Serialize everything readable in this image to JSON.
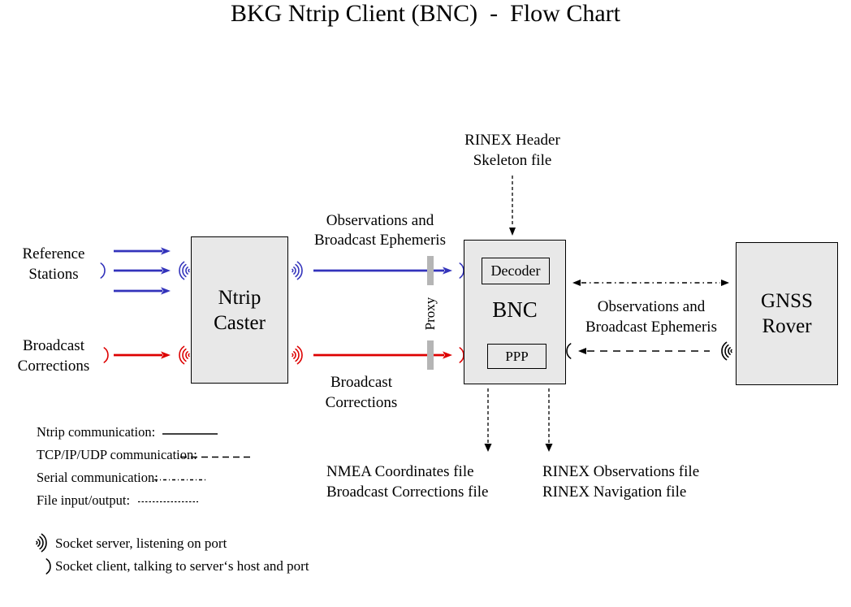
{
  "title": "BKG Ntrip Client (BNC)  -  Flow Chart",
  "colors": {
    "flow_blue": "#3333bb",
    "flow_red": "#dd0000",
    "box_fill": "#e8e8e8",
    "box_border": "#000000",
    "proxy_gray": "#b5b5b5"
  },
  "nodes": {
    "ntrip_caster": "Ntrip\nCaster",
    "bnc": "BNC",
    "decoder": "Decoder",
    "ppp": "PPP",
    "gnss_rover": "GNSS\nRover"
  },
  "labels": {
    "reference_stations": "Reference\nStations",
    "broadcast_corrections_in": "Broadcast\nCorrections",
    "observations_ephemeris_caster_bnc": "Observations and\nBroadcast Ephemeris",
    "broadcast_corrections_caster_bnc": "Broadcast\nCorrections",
    "proxy": "Proxy",
    "rinex_header_skeleton": "RINEX Header\nSkeleton file",
    "observations_ephemeris_rover_bnc": "Observations and\nBroadcast Ephemeris",
    "nmea_outputs": "NMEA Coordinates file\nBroadcast Corrections file",
    "rinex_outputs": "RINEX Observations file\nRINEX Navigation file"
  },
  "legend": {
    "items": [
      {
        "label": "Ntrip communication:",
        "line_style": "solid"
      },
      {
        "label": "TCP/IP/UDP communication:",
        "line_style": "dashed"
      },
      {
        "label": "Serial communication:",
        "line_style": "dash-dot"
      },
      {
        "label": "File input/output:",
        "line_style": "fine-dashed"
      }
    ],
    "socket_server": "Socket server, listening on port",
    "socket_client": "Socket client, talking to server‘s host and port"
  }
}
